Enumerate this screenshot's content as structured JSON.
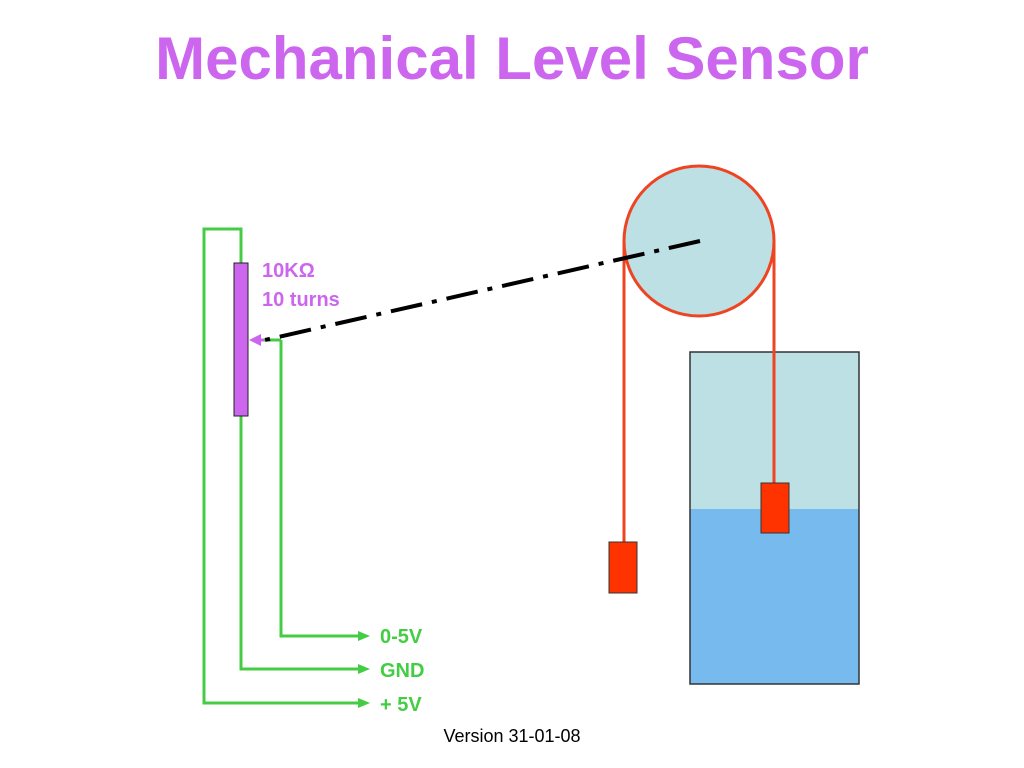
{
  "title": "Mechanical Level Sensor",
  "resistor": {
    "value_label": "10KΩ",
    "turns_label": "10 turns"
  },
  "wires": {
    "signal_label": "0-5V",
    "gnd_label": "GND",
    "supply_label": "+ 5V"
  },
  "footer": {
    "version": "Version 31-01-08"
  },
  "colors": {
    "title": "#cc66ee",
    "resistor_fill": "#cc66ee",
    "wire_green": "#44cc44",
    "pulley_fill": "#bce0e4",
    "rope_red": "#ee4422",
    "weight_red": "#ff3300",
    "tank_air": "#bce0e4",
    "tank_water": "#77bbee",
    "linkage": "#000000"
  }
}
